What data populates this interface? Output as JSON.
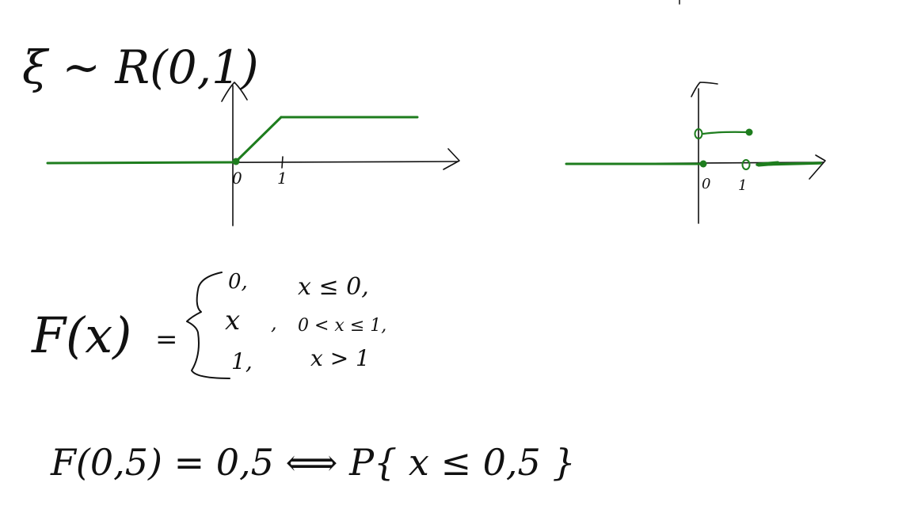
{
  "colors": {
    "ink": "#111111",
    "graph": "#1e7d1e"
  },
  "header": {
    "distribution": "ξ ~ R(0,1)"
  },
  "left_graph": {
    "origin_label": "0",
    "one_label": "1"
  },
  "right_graph": {
    "origin_label": "0",
    "one_label": "1"
  },
  "cdf": {
    "lhs": "F(x)",
    "equals": "=",
    "cases": [
      {
        "value": "0,",
        "condition": "x ≤ 0,"
      },
      {
        "value": "x",
        "sep": ",",
        "condition": "0 < x ≤ 1,"
      },
      {
        "value": "1,",
        "condition": "x > 1"
      }
    ]
  },
  "bottom": {
    "equation": "F(0,5) = 0,5 ⟺ P{ x ≤ 0,5 }"
  }
}
